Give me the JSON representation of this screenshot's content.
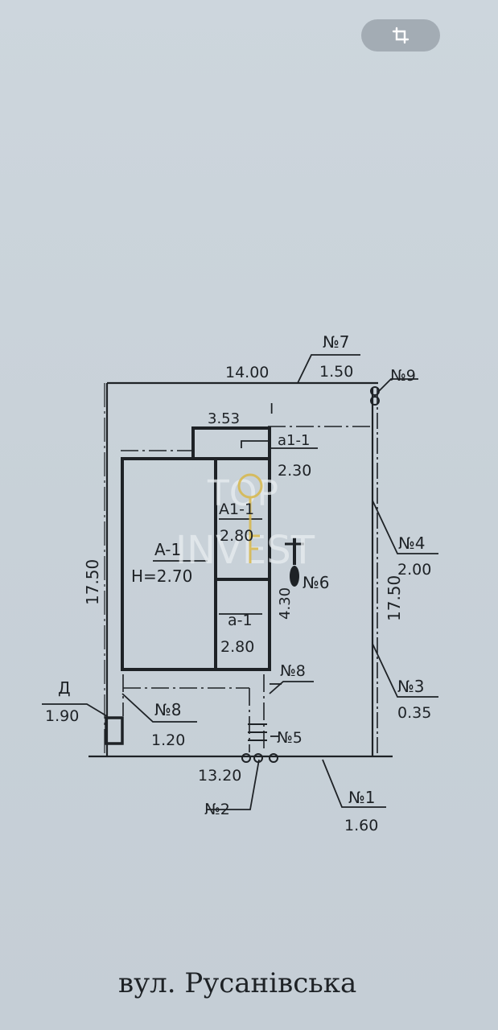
{
  "toolbar": {
    "crop_icon": "crop-icon"
  },
  "plan": {
    "dim_top": "14.00",
    "dim_left": "17.50",
    "dim_right": "17.50",
    "dim_bottom": "13.20",
    "dim_inner_top": "3.53",
    "dim_inner_side": "4.30",
    "section_label": "I",
    "rooms": [
      {
        "code": "A-1",
        "value": "H=2.70"
      },
      {
        "code": "a1-1",
        "value": "2.30"
      },
      {
        "code": "A1-1",
        "value": "2.80"
      },
      {
        "code": "a-1",
        "value": "2.80"
      }
    ],
    "d_label": "Д",
    "d_value": "1.90",
    "markers": [
      {
        "num": "№1",
        "value": "1.60"
      },
      {
        "num": "№2",
        "value": ""
      },
      {
        "num": "№3",
        "value": "0.35"
      },
      {
        "num": "№4",
        "value": "2.00"
      },
      {
        "num": "№5",
        "value": ""
      },
      {
        "num": "№6",
        "value": ""
      },
      {
        "num": "№7",
        "value": "1.50"
      },
      {
        "num": "№8",
        "value": ""
      },
      {
        "num": "№8",
        "value": "1.20"
      },
      {
        "num": "№9",
        "value": ""
      }
    ],
    "street": "вул. Русанівська",
    "watermark": {
      "line1": "TOP",
      "line2": "INVEST"
    }
  },
  "colors": {
    "background": "#c9d2d9",
    "ink": "#1e2226",
    "button": "#a3acb4",
    "watermark_key": "#d8b84a"
  }
}
